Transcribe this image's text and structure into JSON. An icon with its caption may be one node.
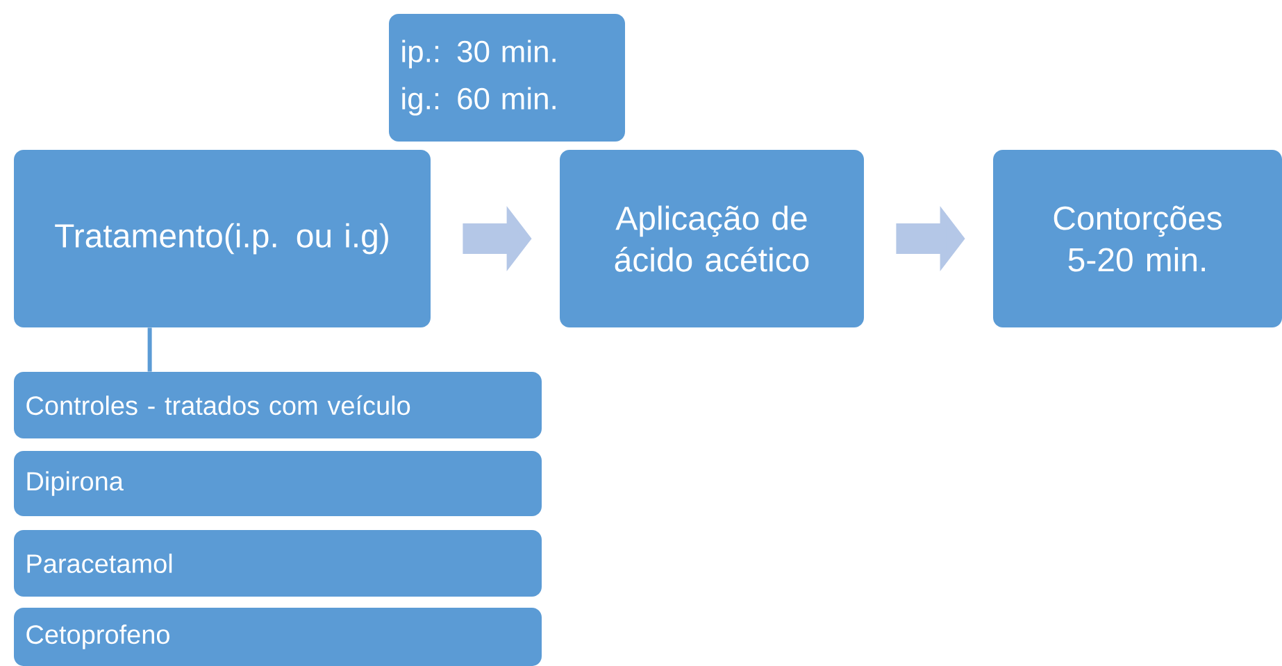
{
  "diagram": {
    "nodes": [
      {
        "text": [
          "Tratamento(i.p. ou i.g)"
        ]
      },
      {
        "text": [
          "ip.: 30 min.",
          "ig.: 60 min."
        ]
      },
      {
        "text": [
          "Aplicação de ácido acético"
        ]
      },
      {
        "text": [
          "Contorções",
          "5-20 min."
        ]
      },
      {
        "text": [
          "Controles - tratados com veículo"
        ]
      },
      {
        "text": [
          "Dipirona"
        ]
      },
      {
        "text": [
          "Paracetamol"
        ]
      },
      {
        "text": [
          "Cetoprofeno"
        ]
      }
    ],
    "edges": [
      {
        "from": 0,
        "to": 2,
        "arrow": "to",
        "color": "#b4c7e7"
      },
      {
        "from": 2,
        "to": 3,
        "arrow": "to",
        "color": "#b4c7e7"
      },
      {
        "from": 0,
        "to": 4,
        "arrow": "none"
      }
    ]
  }
}
